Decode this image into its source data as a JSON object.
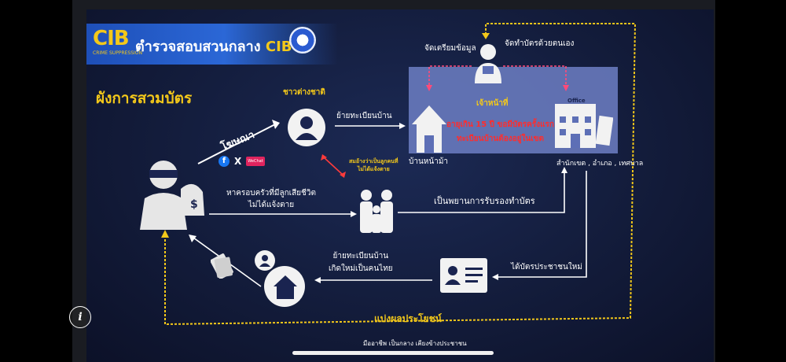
{
  "header": {
    "logo_text": "CIB",
    "logo_sub": "CRIME SUPPRESSION",
    "title_th": "ตำรวจสอบสวนกลาง",
    "title_cib": "CIB"
  },
  "diagram": {
    "title": "ผังการสวมบัตร",
    "labels": {
      "foreigner": "ชาวต่างชาติ",
      "advertise": "โฆษณา",
      "move_house_reg_top": "ย้ายทะเบียนบ้าน",
      "prepare_info": "จัดเตรียมข้อมูล",
      "self_make_card": "จัดทำบัตรด้วยตนเอง",
      "officer": "เจ้าหน้าที่",
      "red_note_1": "อายุเกิน 15 ปี ขอมีบัตรครั้งแรก",
      "red_note_2": "ทะเบียนบ้านต้องอยู่ในเขต",
      "office_sign": "Office",
      "house_head": "บ้านหน้าม้า",
      "offices": "สำนักเขต , อำเภอ , เทศบาล",
      "impersonate_note_1": "สมอ้างว่าเป็นลูกคนที่",
      "impersonate_note_2": "ไม่ได้แจ้งตาย",
      "find_family_1": "หาครอบครัวที่มีลูกเสียชีวิต",
      "find_family_2": "ไม่ได้แจ้งตาย",
      "witness": "เป็นพยานการรับรองทำบัตร",
      "new_id_card": "ได้บัตรประชาชนใหม่",
      "move_house_reg_bottom_1": "ย้ายทะเบียนบ้าน",
      "move_house_reg_bottom_2": "เกิดใหม่เป็นคนไทย",
      "share_profit": "แบ่งผลประโยชน์",
      "bottom_caption": "มืออาชีพ เป็นกลาง เคียงข้างประชาชน"
    },
    "social": [
      "f",
      "X",
      "WeChat"
    ]
  },
  "colors": {
    "yellow": "#f3c81a",
    "blue": "#2b67d6",
    "red": "#ff2d2d",
    "bg": "#131c3b"
  },
  "overlay": {
    "info_icon": "i"
  }
}
